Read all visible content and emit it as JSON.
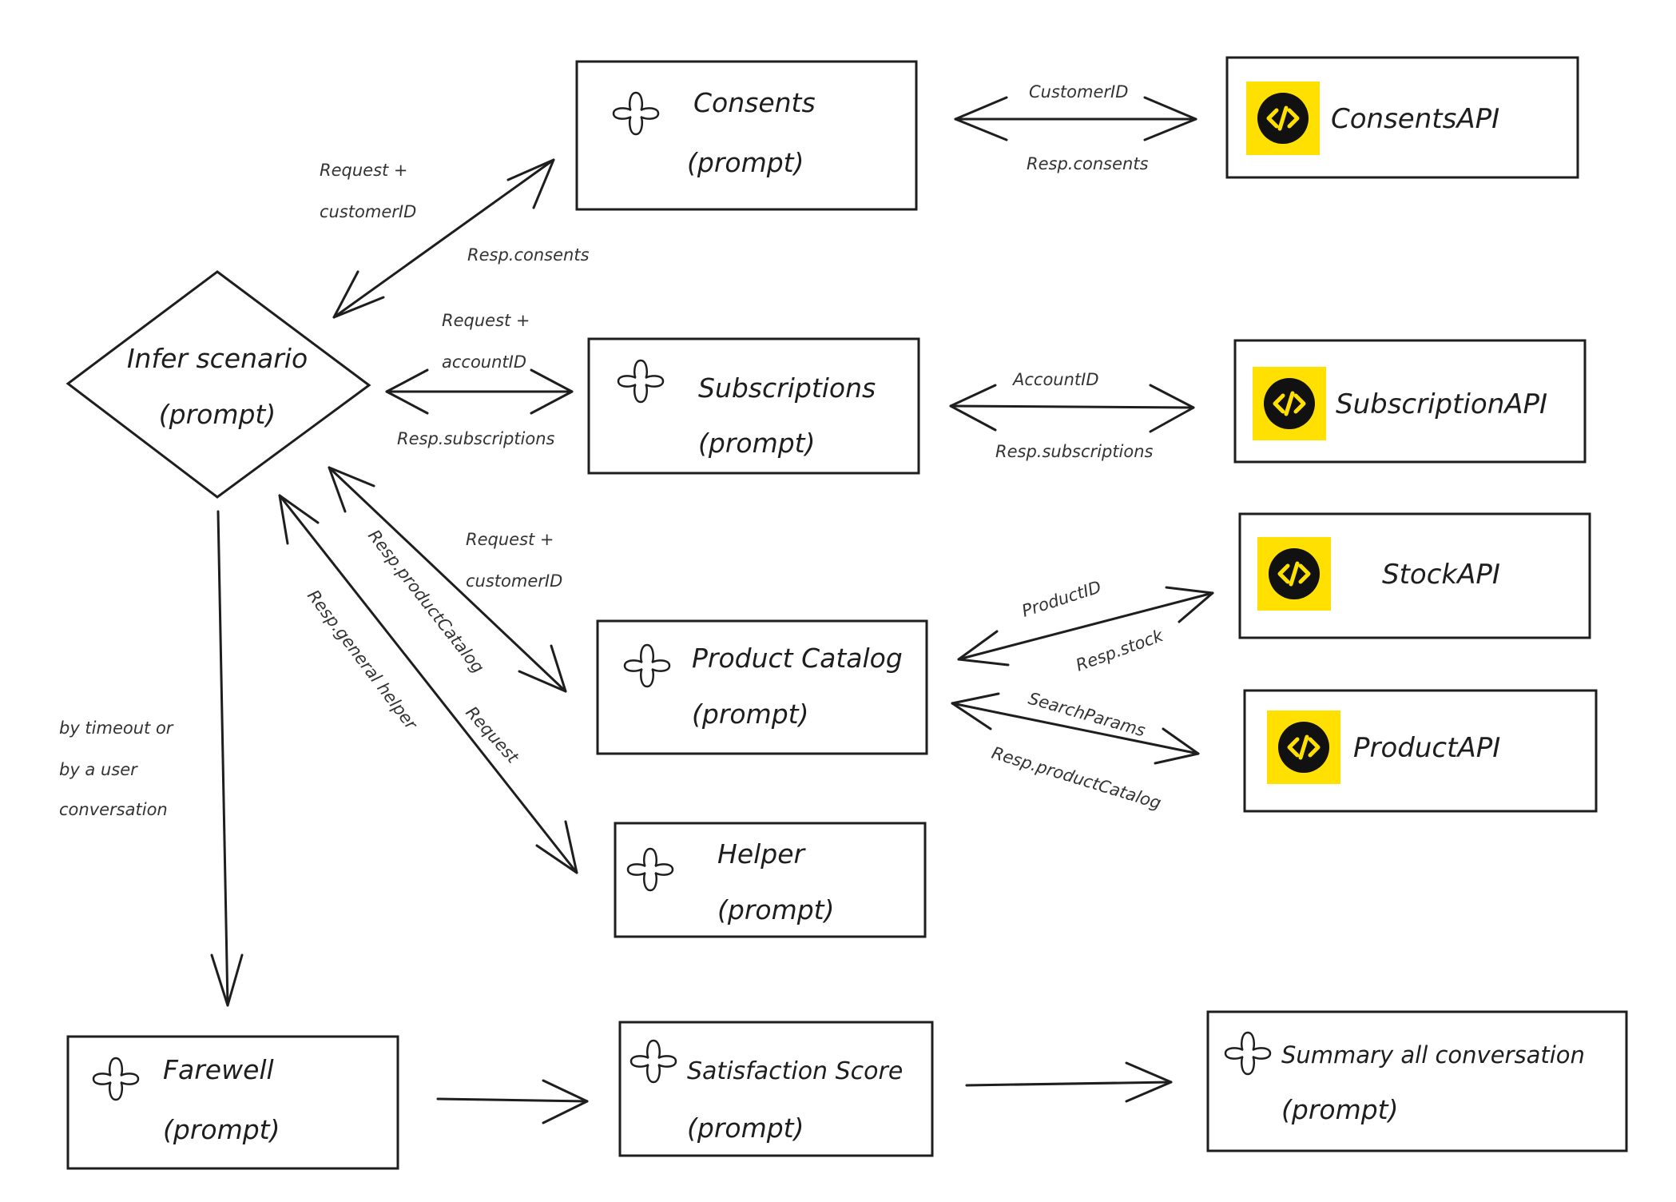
{
  "diagram": {
    "colors": {
      "stroke": "#1e1e1e",
      "api_badge": "#FFE000",
      "api_badge_inner": "#111111"
    },
    "nodes": {
      "infer": {
        "label": "Infer scenario",
        "sub": "(prompt)",
        "shape": "diamond"
      },
      "consents": {
        "label": "Consents",
        "sub": "(prompt)",
        "icon": "sparkle-icon"
      },
      "subscriptions": {
        "label": "Subscriptions",
        "sub": "(prompt)",
        "icon": "sparkle-icon"
      },
      "product_catalog": {
        "label": "Product Catalog",
        "sub": "(prompt)",
        "icon": "sparkle-icon"
      },
      "helper": {
        "label": "Helper",
        "sub": "(prompt)",
        "icon": "sparkle-icon"
      },
      "farewell": {
        "label": "Farewell",
        "sub": "(prompt)",
        "icon": "sparkle-icon"
      },
      "satisfaction": {
        "label": "Satisfaction Score",
        "sub": "(prompt)",
        "icon": "sparkle-icon"
      },
      "summary": {
        "label": "Summary all conversation",
        "sub": "(prompt)",
        "icon": "sparkle-icon"
      },
      "consents_api": {
        "label": "ConsentsAPI",
        "icon": "code-icon"
      },
      "subscription_api": {
        "label": "SubscriptionAPI",
        "icon": "code-icon"
      },
      "stock_api": {
        "label": "StockAPI",
        "icon": "code-icon"
      },
      "product_api": {
        "label": "ProductAPI",
        "icon": "code-icon"
      }
    },
    "edges": {
      "infer_consents": {
        "label_a1": "Request +",
        "label_a2": "customerID",
        "label_b": "Resp.consents"
      },
      "infer_subscriptions": {
        "label_a1": "Request +",
        "label_a2": "accountID",
        "label_b": "Resp.subscriptions"
      },
      "infer_catalog": {
        "label_a1": "Request +",
        "label_a2": "customerID",
        "label_b": "Resp.productCatalog"
      },
      "infer_helper": {
        "label_a": "Request",
        "label_b": "Resp.general helper"
      },
      "consents_api": {
        "label_a": "CustomerID",
        "label_b": "Resp.consents"
      },
      "subscriptions_api": {
        "label_a": "AccountID",
        "label_b": "Resp.subscriptions"
      },
      "catalog_stock": {
        "label_a": "ProductID",
        "label_b": "Resp.stock"
      },
      "catalog_product": {
        "label_a": "SearchParams",
        "label_b": "Resp.productCatalog"
      },
      "infer_farewell": {
        "label1": "by timeout or",
        "label2": "by a user",
        "label3": "conversation"
      }
    }
  }
}
